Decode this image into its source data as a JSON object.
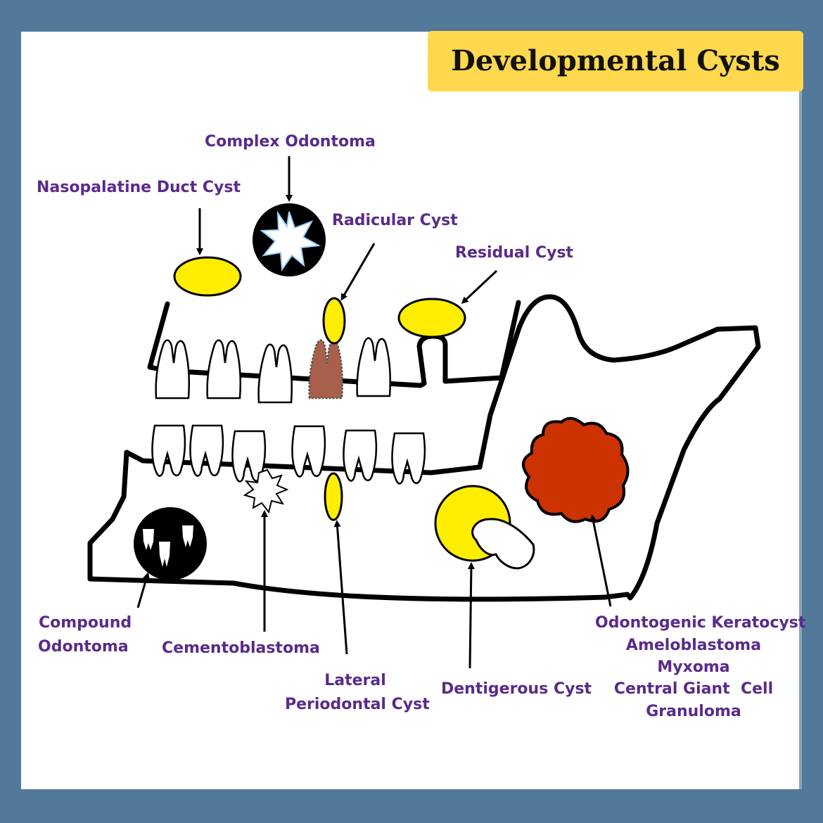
{
  "title": "Developmental Cysts",
  "colors": {
    "background": "#52789a",
    "panel": "#ffffff",
    "title_box": "#ffd84d",
    "label_text": "#5a2a8a",
    "cyst_fill": "#ffee00",
    "lesion_red": "#cc3300",
    "tooth_brown": "#a9604a",
    "outline": "#000000"
  },
  "labels": {
    "complex_odontoma": "Complex Odontoma",
    "nasopalatine": "Nasopalatine Duct Cyst",
    "radicular": "Radicular Cyst",
    "residual": "Residual Cyst",
    "compound_1": "Compound",
    "compound_2": "Odontoma",
    "cementoblastoma": "Cementoblastoma",
    "lateral_1": "Lateral",
    "lateral_2": "Periodontal Cyst",
    "dentigerous": "Dentigerous Cyst",
    "okc_1": "Odontogenic Keratocyst",
    "okc_2": "Ameloblastoma",
    "okc_3": "Myxoma",
    "okc_4": "Central Giant  Cell",
    "okc_5": "Granuloma"
  },
  "icons": [
    "star-burst-icon",
    "tooth-icon",
    "cauliflower-lesion-icon"
  ]
}
